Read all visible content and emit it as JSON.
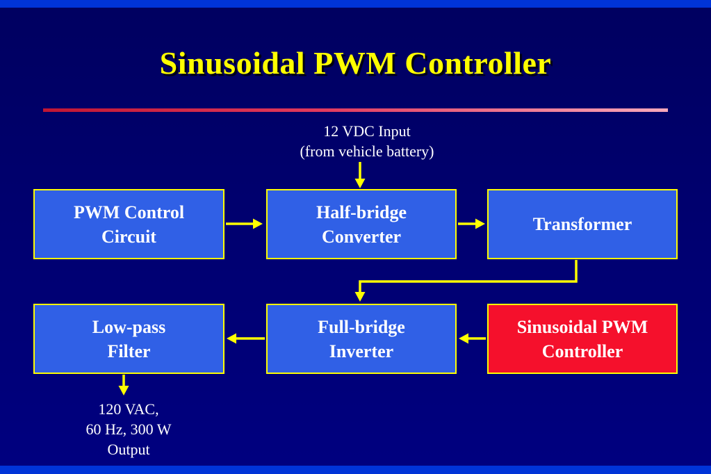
{
  "slide": {
    "title": "Sinusoidal PWM Controller",
    "input_note": {
      "line1": "12 VDC Input",
      "line2": "(from vehicle battery)"
    },
    "output_note": {
      "line1": "120 VAC,",
      "line2": "60 Hz, 300 W",
      "line3": "Output"
    },
    "blocks": [
      {
        "id": "pwm-control-circuit",
        "lines": [
          "PWM Control",
          "Circuit"
        ]
      },
      {
        "id": "half-bridge-converter",
        "lines": [
          "Half-bridge",
          "Converter"
        ]
      },
      {
        "id": "transformer",
        "lines": [
          "Transformer"
        ]
      },
      {
        "id": "low-pass-filter",
        "lines": [
          "Low-pass",
          "Filter"
        ]
      },
      {
        "id": "full-bridge-inverter",
        "lines": [
          "Full-bridge",
          "Inverter"
        ]
      },
      {
        "id": "sinusoidal-pwm-controller",
        "lines": [
          "Sinusoidal PWM",
          "Controller"
        ],
        "highlight": true
      }
    ],
    "colors": {
      "background": "#000072",
      "band_blue": "#0034D8",
      "title_yellow": "#FFFF00",
      "box_fill": "#3060E6",
      "box_border": "#FFFF00",
      "highlight_fill": "#F5102C",
      "arrow": "#FFFF00",
      "text": "#FFFFFF",
      "divider_left": "#C01634",
      "divider_right": "#F7A8BC"
    }
  }
}
